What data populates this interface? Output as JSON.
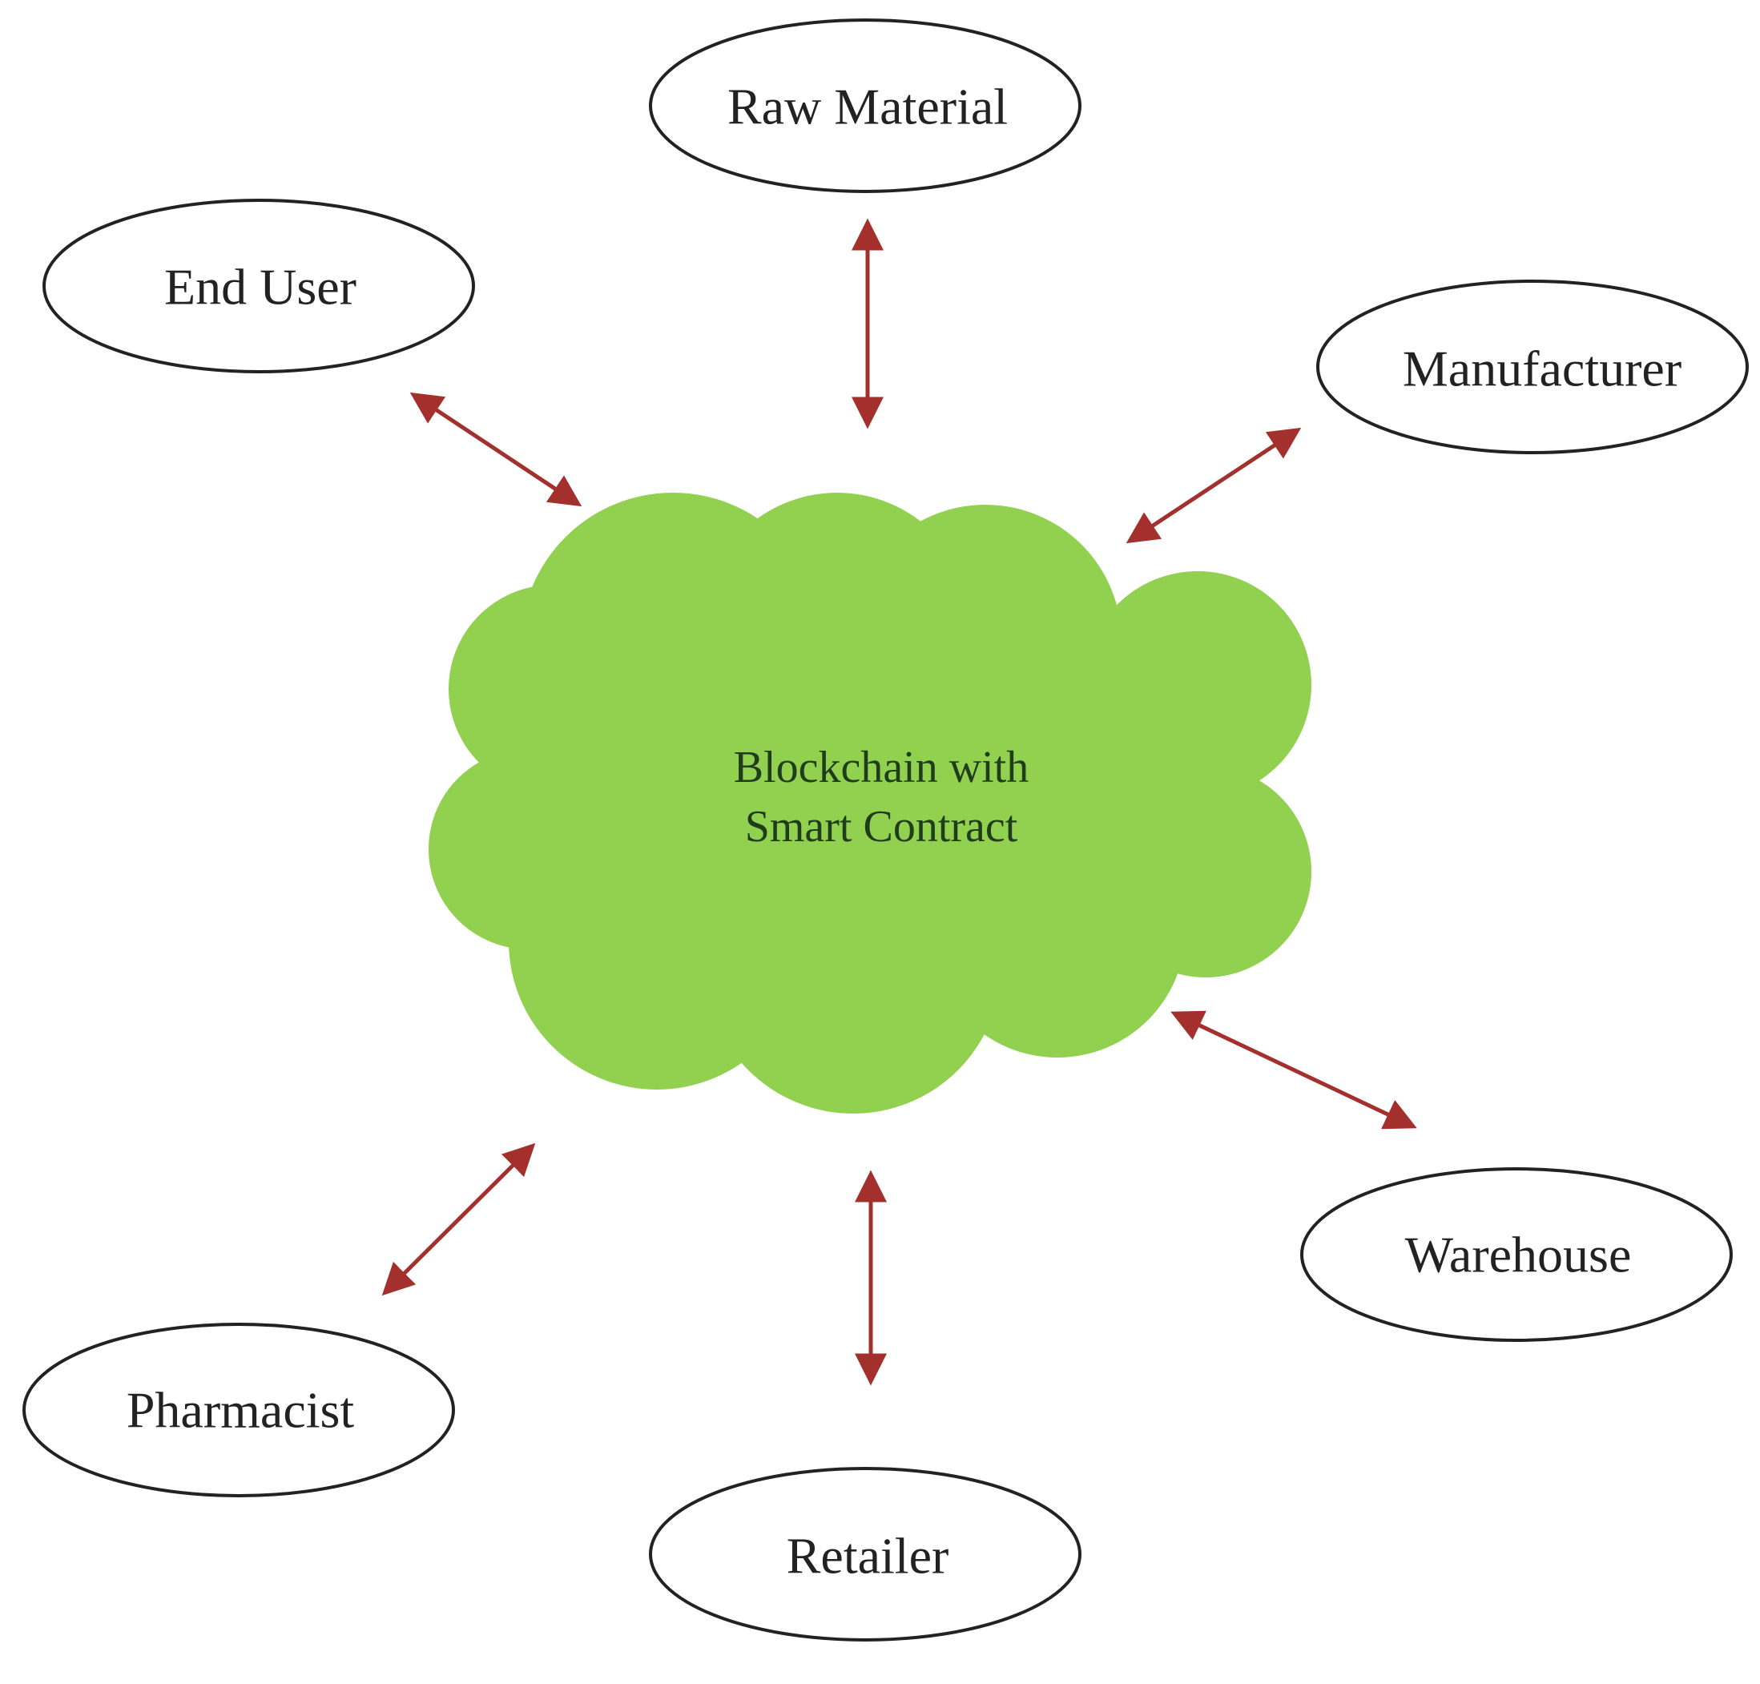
{
  "colors": {
    "cloud_fill": "#92d050",
    "arrow": "#a3302c",
    "node_border": "#222222",
    "node_fill": "#ffffff"
  },
  "center": {
    "line1": "Blockchain with",
    "line2": "Smart Contract"
  },
  "nodes": {
    "raw_material": "Raw Material",
    "end_user": "End User",
    "manufacturer": "Manufacturer",
    "warehouse": "Warehouse",
    "retailer": "Retailer",
    "pharmacist": "Pharmacist"
  },
  "connections": [
    {
      "from": "Blockchain with Smart Contract",
      "to": "Raw Material",
      "direction": "bidirectional"
    },
    {
      "from": "Blockchain with Smart Contract",
      "to": "End User",
      "direction": "bidirectional"
    },
    {
      "from": "Blockchain with Smart Contract",
      "to": "Manufacturer",
      "direction": "bidirectional"
    },
    {
      "from": "Blockchain with Smart Contract",
      "to": "Warehouse",
      "direction": "bidirectional"
    },
    {
      "from": "Blockchain with Smart Contract",
      "to": "Retailer",
      "direction": "bidirectional"
    },
    {
      "from": "Blockchain with Smart Contract",
      "to": "Pharmacist",
      "direction": "bidirectional"
    }
  ]
}
